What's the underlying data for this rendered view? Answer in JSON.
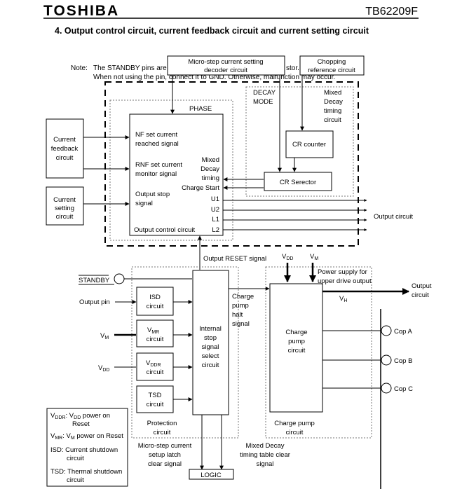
{
  "header": {
    "logo": "TOSHIBA",
    "part_number": "TB62209F"
  },
  "section": {
    "title": "4.   Output control circuit, current feedback circuit and current setting circuit"
  },
  "note": {
    "label": "Note:",
    "line1_a": "The STANDBY pins are",
    "line1_b": "stor.",
    "line2": "When not using the pin, connect it to GND. Otherwise, malfunction may occur."
  },
  "blocks": {
    "microstep_decoder": [
      "Micro-step current setting",
      "decoder circuit"
    ],
    "chopping_ref": [
      "Chopping",
      "reference circuit"
    ],
    "decay_mode": [
      "DECAY",
      "MODE"
    ],
    "mixed_decay_timing": [
      "Mixed",
      "Decay",
      "timing",
      "circuit"
    ],
    "phase": "PHASE",
    "cr_counter": "CR counter",
    "cr_selector": "CR Serector",
    "current_feedback": [
      "Current",
      "feedback",
      "circuit"
    ],
    "current_setting": [
      "Current",
      "setting",
      "circuit"
    ],
    "output_control": "Output control circuit",
    "output_circuit": "Output circuit",
    "output_circuit2": [
      "Output",
      "circuit"
    ],
    "isd": [
      "ISD",
      "circuit"
    ],
    "vmr_circuit": "circuit",
    "vddr_circuit": "circuit",
    "tsd": [
      "TSD",
      "circuit"
    ],
    "internal_stop": [
      "Internal",
      "stop",
      "signal",
      "select",
      "circuit"
    ],
    "protection": [
      "Protection",
      "circuit"
    ],
    "charge_pump": [
      "Charge",
      "pump",
      "circuit"
    ],
    "charge_pump_label": [
      "Charge pump",
      "circuit"
    ],
    "power_supply_upper": [
      "Power supply for",
      "upper drive output"
    ],
    "logic": "LOGIC"
  },
  "signals": {
    "nf_set": [
      "NF set current",
      "reached signal"
    ],
    "rnf_set": [
      "RNF set current",
      "monitor signal"
    ],
    "output_stop": [
      "Output stop",
      "signal"
    ],
    "mixed_decay_timing": [
      "Mixed",
      "Decay",
      "timing"
    ],
    "charge_start": "Charge Start",
    "u1": "U1",
    "u2": "U2",
    "l1": "L1",
    "l2": "L2",
    "output_reset": "Output RESET signal",
    "standby": "STANDBY",
    "output_pin": "Output pin",
    "vm": "V",
    "vm_sub": "M",
    "vdd": "V",
    "vdd_sub": "DD",
    "vmr": "V",
    "vmr_sub": "MR",
    "vddr": "V",
    "vddr_sub": "DDR",
    "vh": "V",
    "vh_sub": "H",
    "charge_pump_halt": [
      "Charge",
      "pump",
      "halt",
      "signal"
    ],
    "cop_a": "Cop A",
    "cop_b": "Cop B",
    "cop_c": "Cop C",
    "microstep_latch": [
      "Micro-step current",
      "setup latch",
      "clear signal"
    ],
    "mixed_decay_clear": [
      "Mixed Decay",
      "timing table clear",
      "signal"
    ]
  },
  "legend": {
    "vddr": [
      "V",
      "DDR",
      ": V",
      "DD",
      " power on",
      "Reset"
    ],
    "vmr": [
      "V",
      "MR",
      ": V",
      "M",
      " power on Reset"
    ],
    "isd": [
      "ISD: Current shutdown",
      "circuit"
    ],
    "tsd": [
      "TSD: Thermal shutdown",
      "circuit"
    ]
  }
}
